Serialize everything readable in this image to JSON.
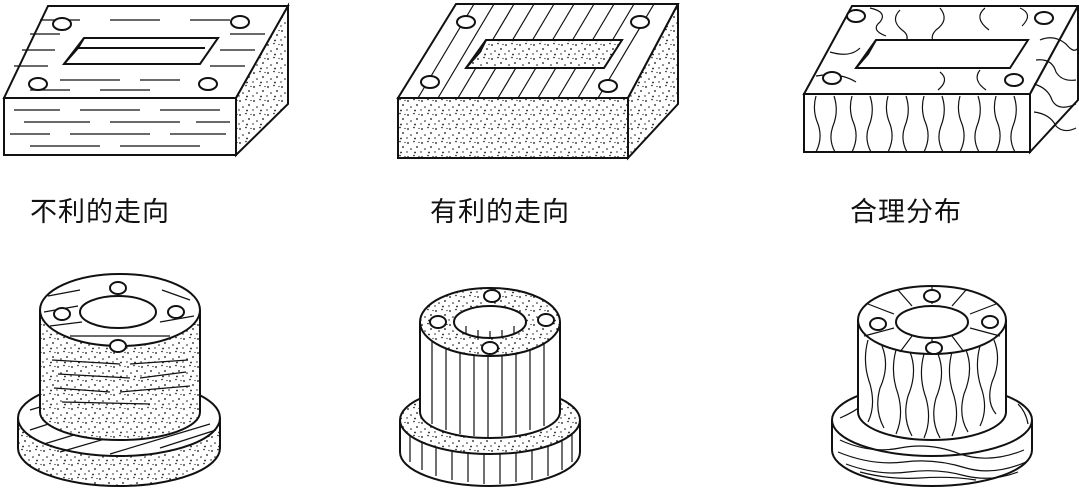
{
  "captions": [
    {
      "text": "不利的走向"
    },
    {
      "text": "有利的走向"
    },
    {
      "text": "合理分布"
    }
  ]
}
